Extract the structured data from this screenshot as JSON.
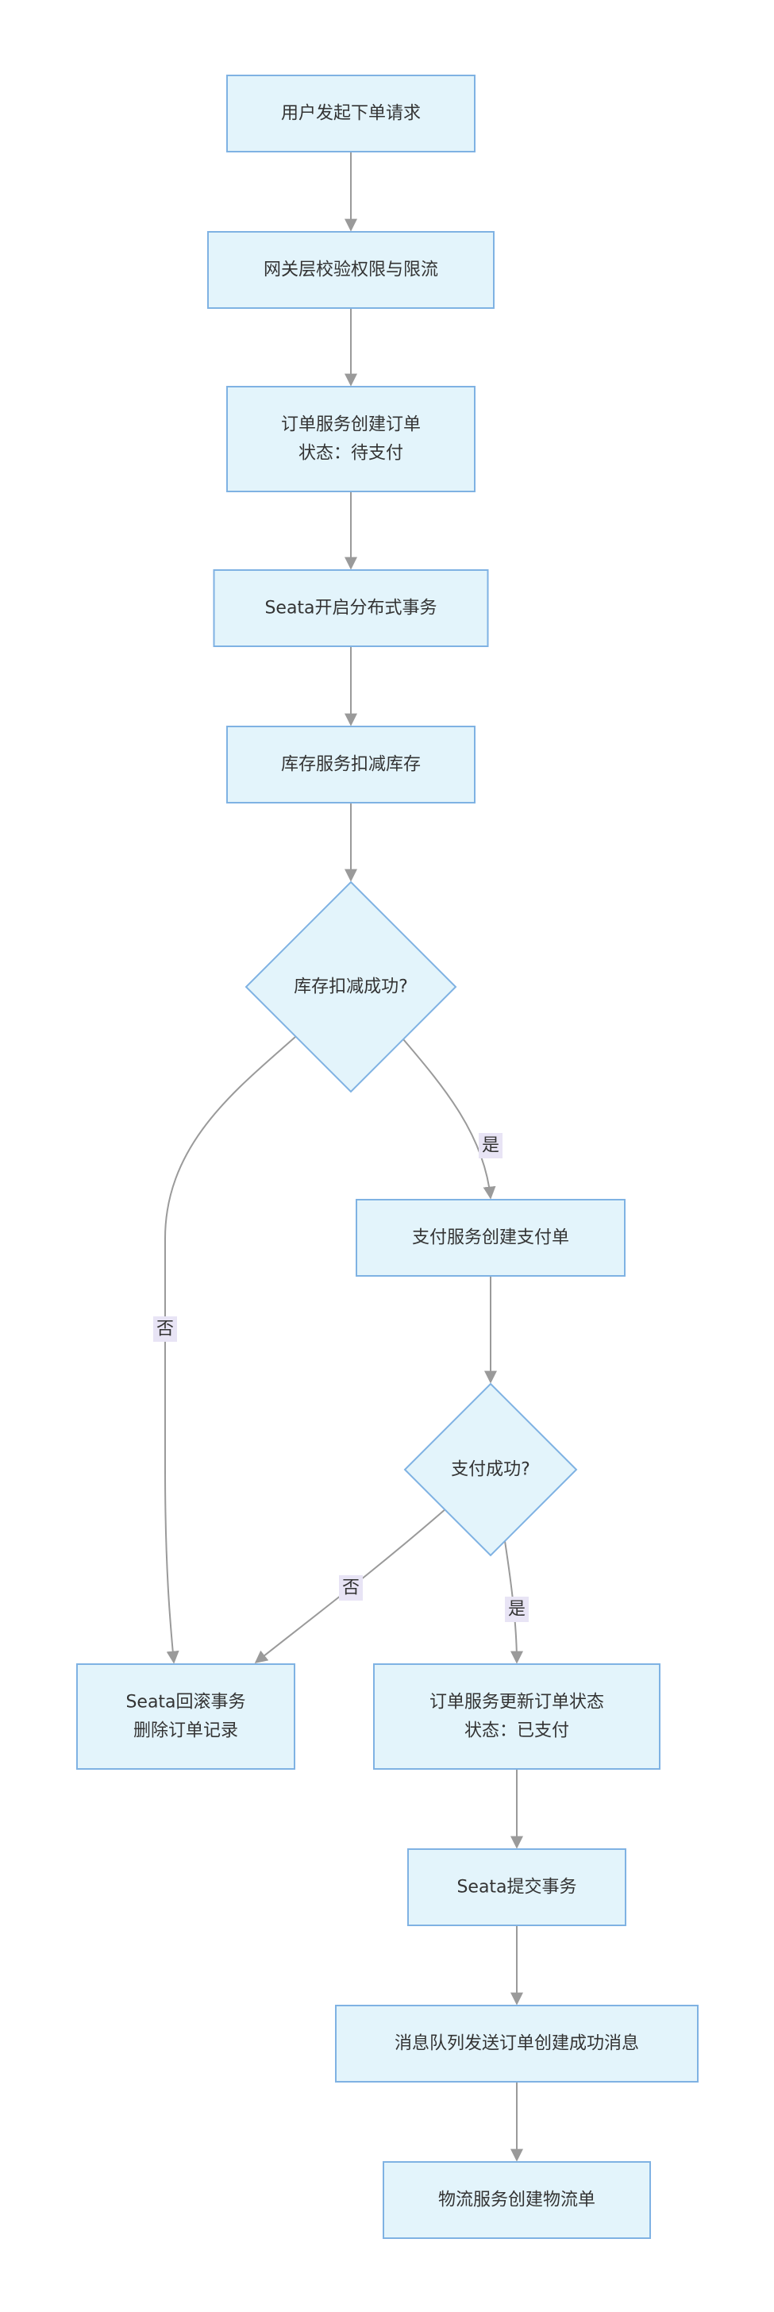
{
  "colors": {
    "node_fill": "#e3f4fb",
    "node_stroke": "#7fb2e3",
    "edge": "#9a9a9a",
    "label_bg": "#e8e4f5"
  },
  "nodes": [
    {
      "id": "n1",
      "shape": "rect",
      "lines": [
        "用户发起下单请求"
      ]
    },
    {
      "id": "n2",
      "shape": "rect",
      "lines": [
        "网关层校验权限与限流"
      ]
    },
    {
      "id": "n3",
      "shape": "rect",
      "lines": [
        "订单服务创建订单",
        "状态：待支付"
      ]
    },
    {
      "id": "n4",
      "shape": "rect",
      "lines": [
        "Seata开启分布式事务"
      ]
    },
    {
      "id": "n5",
      "shape": "rect",
      "lines": [
        "库存服务扣减库存"
      ]
    },
    {
      "id": "d1",
      "shape": "diamond",
      "lines": [
        "库存扣减成功?"
      ]
    },
    {
      "id": "n6",
      "shape": "rect",
      "lines": [
        "支付服务创建支付单"
      ]
    },
    {
      "id": "d2",
      "shape": "diamond",
      "lines": [
        "支付成功?"
      ]
    },
    {
      "id": "n7",
      "shape": "rect",
      "lines": [
        "Seata回滚事务",
        "删除订单记录"
      ]
    },
    {
      "id": "n8",
      "shape": "rect",
      "lines": [
        "订单服务更新订单状态",
        "状态：已支付"
      ]
    },
    {
      "id": "n9",
      "shape": "rect",
      "lines": [
        "Seata提交事务"
      ]
    },
    {
      "id": "n10",
      "shape": "rect",
      "lines": [
        "消息队列发送订单创建成功消息"
      ]
    },
    {
      "id": "n11",
      "shape": "rect",
      "lines": [
        "物流服务创建物流单"
      ]
    }
  ],
  "edges": [
    {
      "from": "n1",
      "to": "n2",
      "label": ""
    },
    {
      "from": "n2",
      "to": "n3",
      "label": ""
    },
    {
      "from": "n3",
      "to": "n4",
      "label": ""
    },
    {
      "from": "n4",
      "to": "n5",
      "label": ""
    },
    {
      "from": "n5",
      "to": "d1",
      "label": ""
    },
    {
      "from": "d1",
      "to": "n6",
      "label": "是"
    },
    {
      "from": "d1",
      "to": "n7",
      "label": "否"
    },
    {
      "from": "n6",
      "to": "d2",
      "label": ""
    },
    {
      "from": "d2",
      "to": "n7",
      "label": "否"
    },
    {
      "from": "d2",
      "to": "n8",
      "label": "是"
    },
    {
      "from": "n8",
      "to": "n9",
      "label": ""
    },
    {
      "from": "n9",
      "to": "n10",
      "label": ""
    },
    {
      "from": "n10",
      "to": "n11",
      "label": ""
    }
  ]
}
